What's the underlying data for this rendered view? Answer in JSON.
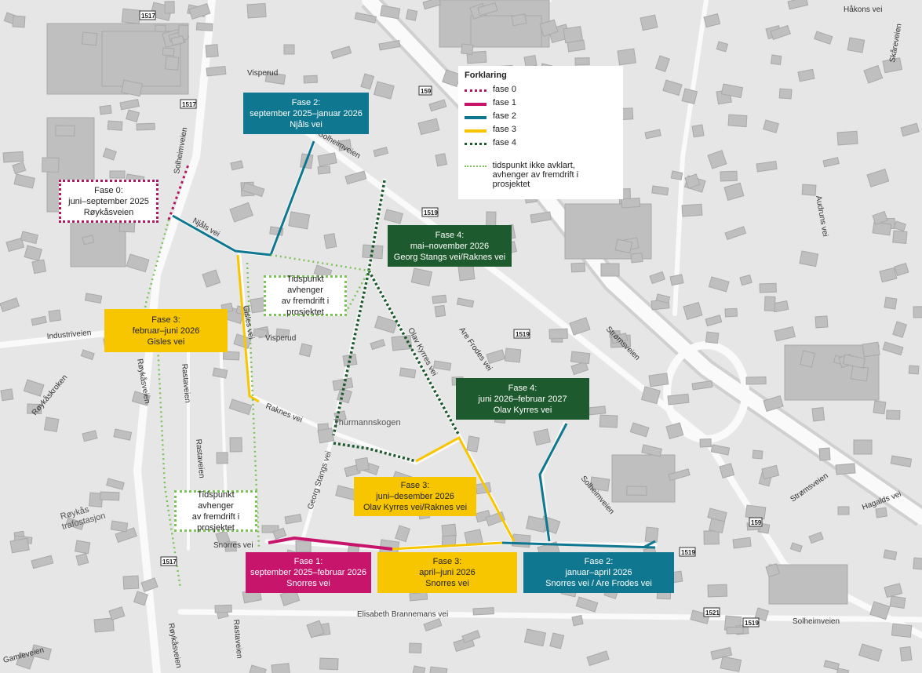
{
  "legend": {
    "title": "Forklaring",
    "items": [
      {
        "label": "fase 0",
        "color": "#b0175f",
        "style": "dotted"
      },
      {
        "label": "fase 1",
        "color": "#c8156c",
        "style": "solid"
      },
      {
        "label": "fase 2",
        "color": "#0f7790",
        "style": "solid"
      },
      {
        "label": "fase 3",
        "color": "#f7c600",
        "style": "solid"
      },
      {
        "label": "fase 4",
        "color": "#1d5a2e",
        "style": "dotted"
      }
    ],
    "unknown_line1": "tidspunkt ikke avklart,",
    "unknown_line2": "avhenger av fremdrift i prosjektet",
    "unknown_color": "#7cc45a"
  },
  "phase_boxes": {
    "fase0": {
      "title": "Fase 0:",
      "period": "juni–september 2025",
      "street": "Røykåsveien"
    },
    "fase2_njals": {
      "title": "Fase 2:",
      "period": "september 2025–januar 2026",
      "street": "Njåls vei"
    },
    "fase3_gisles": {
      "title": "Fase 3:",
      "period": "februar–juni 2026",
      "street": "Gisles vei"
    },
    "fase4_georg": {
      "title": "Fase 4:",
      "period": "mai–november 2026",
      "street": "Georg Stangs vei/Raknes vei"
    },
    "fase4_olav": {
      "title": "Fase 4:",
      "period": "juni 2026–februar 2027",
      "street": "Olav Kyrres vei"
    },
    "fase3_olav": {
      "title": "Fase 3:",
      "period": "juni–desember 2026",
      "street": "Olav Kyrres vei/Raknes vei"
    },
    "fase1_snorres": {
      "title": "Fase 1:",
      "period": "september 2025–februar 2026",
      "street": "Snorres vei"
    },
    "fase3_snorres": {
      "title": "Fase 3:",
      "period": "april–juni 2026",
      "street": "Snorres vei"
    },
    "fase2_snorres": {
      "title": "Fase 2:",
      "period": "januar–april 2026",
      "street": "Snorres vei / Are Frodes vei"
    },
    "unknown1": {
      "line1": "Tidspunkt avhenger",
      "line2": "av fremdrift i",
      "line3": "prosjektet"
    },
    "unknown2": {
      "line1": "Tidspunkt avhenger",
      "line2": "av fremdrift i",
      "line3": "prosjektet"
    }
  },
  "streets": {
    "visperud_top": "Visperud",
    "visperud": "Visperud",
    "hakons": "Håkons vei",
    "skare": "Skåreveien",
    "solheim1": "Solheimveien",
    "solheim2": "Solheimveien",
    "solheim3": "Solheimveien",
    "solheim4": "Solheimveien",
    "njals": "Njåls vei",
    "gisles": "Gisles vei",
    "raknes": "Raknes vei",
    "olav": "Olav Kyrres vei",
    "are": "Are Frodes vei",
    "strom1": "Strømsveien",
    "strom2": "Strømsveien",
    "industri": "Industriveien",
    "roykas1": "Røykåsveien",
    "roykas2": "Røykåsveien",
    "roykaskroken": "Røykåskroken",
    "rasta1": "Rastaveien",
    "rasta2": "Rastaveien",
    "rasta3": "Rastaveien",
    "snorres": "Snorres vei",
    "georg": "Georg Stangs vei",
    "thurmann": "Thurmannskogen",
    "elisabeth": "Elisabeth Brannemans vei",
    "gamle": "Gamleveien",
    "hagalds": "Hagalds vei",
    "audruns": "Audruns vei",
    "trafo1": "Røykås",
    "trafo2": "trafostasjon"
  },
  "route_numbers": {
    "r1517a": "1517",
    "r1517b": "1517",
    "r1517c": "1517",
    "r159a": "159",
    "r159b": "159",
    "r1519a": "1519",
    "r1519b": "1519",
    "r1519c": "1519",
    "r1519d": "1519",
    "r1521": "1521"
  }
}
